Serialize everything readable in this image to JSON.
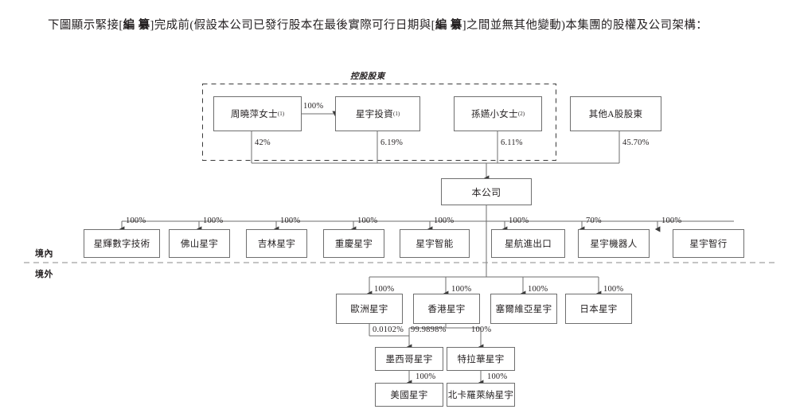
{
  "document": {
    "paragraph_text": "下圖顯示緊接[編纂]完成前(假設本公司已發行股本在最後實際可行日期與[編纂]之間並無其他變動)本集團的股權及公司架構：",
    "paragraph_parts": {
      "p1": "下圖顯示緊接[",
      "b1": "編 纂",
      "p2": "]完成前(假設本公司已發行股本在最後實際可行日期與[",
      "b2": "編 纂",
      "p3": "]之間並無其他變動)本集團的股權及公司架構："
    }
  },
  "diagram": {
    "group_label": "控股股東",
    "zone_labels": {
      "onshore": "境內",
      "offshore": "境外"
    },
    "shareholders": [
      {
        "id": "zhou",
        "label": "周曉萍女士",
        "note": "(1)",
        "pct_to_company": "42%"
      },
      {
        "id": "xingyu",
        "label": "星宇投資",
        "note": "(1)",
        "pct_to_company": "6.19%"
      },
      {
        "id": "sun",
        "label": "孫嬿小女士",
        "note": "(2)",
        "pct_to_company": "6.11%"
      },
      {
        "id": "other",
        "label": "其他A股股東",
        "note": "",
        "pct_to_company": "45.70%"
      }
    ],
    "zhou_to_xingyu_pct": "100%",
    "company": {
      "label": "本公司"
    },
    "onshore_subsidiaries": [
      {
        "label": "星輝數字技術",
        "pct": "100%"
      },
      {
        "label": "佛山星宇",
        "pct": "100%"
      },
      {
        "label": "吉林星宇",
        "pct": "100%"
      },
      {
        "label": "重慶星宇",
        "pct": "100%"
      },
      {
        "label": "星宇智能",
        "pct": "100%"
      },
      {
        "label": "星航進出口",
        "pct": "100%"
      },
      {
        "label": "星宇機器人",
        "pct": "70%"
      },
      {
        "label": "星宇智行",
        "pct": "100%"
      }
    ],
    "offshore_subsidiaries": [
      {
        "label": "歐洲星宇",
        "pct": "100%"
      },
      {
        "label": "香港星宇",
        "pct": "100%"
      },
      {
        "label": "塞爾維亞星宇",
        "pct": "100%"
      },
      {
        "label": "日本星宇",
        "pct": "100%"
      }
    ],
    "level4": [
      {
        "label": "墨西哥星宇",
        "pct_from_europe": "0.0102%",
        "pct_from_hk": "99.9898%"
      },
      {
        "label": "特拉華星宇",
        "pct_from_hk": "100%"
      }
    ],
    "level5": [
      {
        "label": "美國星宇",
        "pct": "100%"
      },
      {
        "label": "北卡羅萊納星宇",
        "pct": "100%"
      }
    ],
    "colors": {
      "line": "#6e6e6e",
      "dashed": "#3a3a3a",
      "text": "#231f20",
      "background": "#ffffff"
    }
  }
}
